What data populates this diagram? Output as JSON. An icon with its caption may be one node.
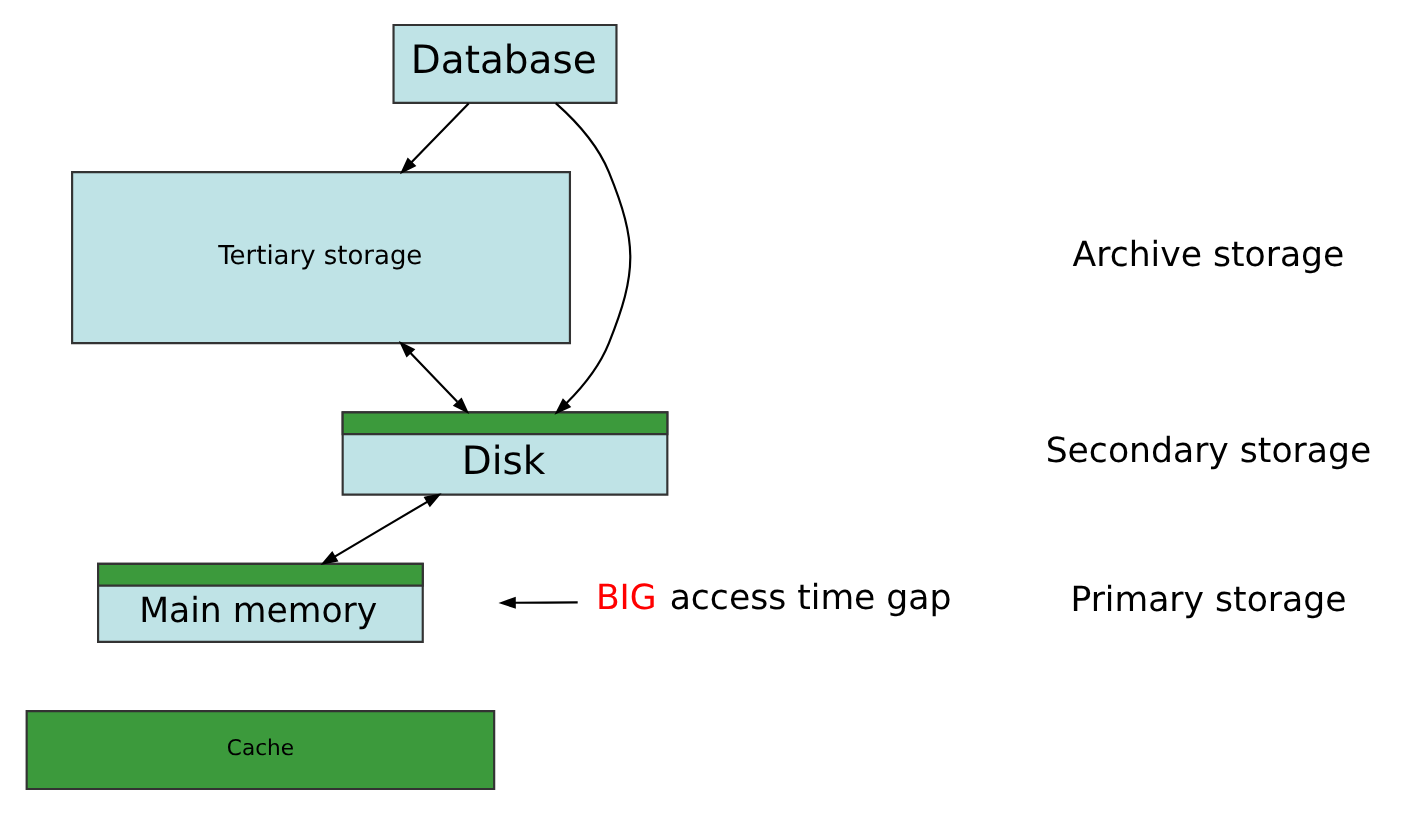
{
  "diagram": {
    "nodes": [
      {
        "text": [
          "Database"
        ]
      },
      {
        "text": [
          "Tertiary storage"
        ]
      },
      {
        "text": [
          "Disk"
        ]
      },
      {
        "text": [
          "Main memory"
        ]
      },
      {
        "text": [
          "Cache"
        ]
      },
      {
        "text": [
          "BIG access time gap"
        ]
      }
    ],
    "edges": [
      {
        "from": 0,
        "to": 1,
        "arrow": "to"
      },
      {
        "from": 0,
        "to": 2,
        "arrow": "to"
      },
      {
        "from": 1,
        "to": 2,
        "arrow": "both"
      },
      {
        "from": 2,
        "to": 3,
        "arrow": "both"
      },
      {
        "from": 5,
        "to": null,
        "arrow": "to"
      }
    ],
    "labels": [
      "Archive storage",
      "Secondary storage",
      "Primary storage"
    ]
  }
}
